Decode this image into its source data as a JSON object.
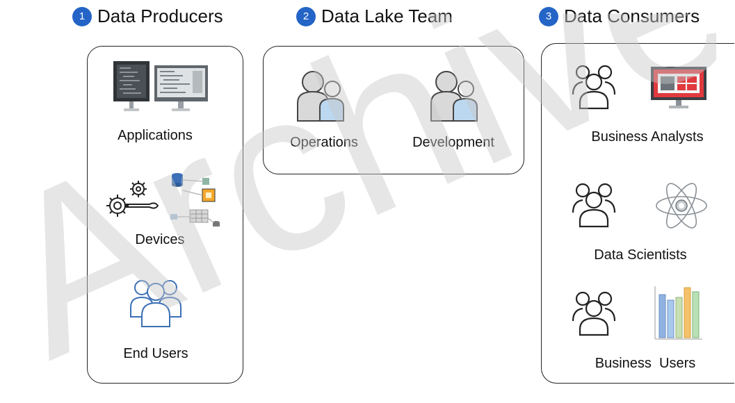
{
  "sections": [
    {
      "number": "1",
      "title": "Data Producers"
    },
    {
      "number": "2",
      "title": "Data Lake Team"
    },
    {
      "number": "3",
      "title": "Data Consumers"
    }
  ],
  "producers": {
    "items": [
      {
        "label": "Applications",
        "icon": "application-screens-icon"
      },
      {
        "label": "Devices",
        "icon": "devices-gears-icon"
      },
      {
        "label": "End Users",
        "icon": "end-users-icon"
      }
    ]
  },
  "team": {
    "items": [
      {
        "label": "Operations",
        "icon": "operations-user-icon"
      },
      {
        "label": "Development",
        "icon": "development-user-icon"
      }
    ]
  },
  "consumers": {
    "items": [
      {
        "label": "Business Analysts",
        "icons": [
          "group-icon",
          "dashboard-monitor-icon"
        ]
      },
      {
        "label": "Data Scientists",
        "icons": [
          "group-icon",
          "atom-icon"
        ]
      },
      {
        "label": "Business  Users",
        "icons": [
          "group-icon",
          "bar-chart-icon"
        ]
      }
    ]
  },
  "watermark": "Archive",
  "colors": {
    "badge": "#2464c7",
    "outline": "#222222",
    "user_gray": "#d6d6d6",
    "user_blue": "#bcd8f0",
    "monitor_red": "#e0393e"
  }
}
